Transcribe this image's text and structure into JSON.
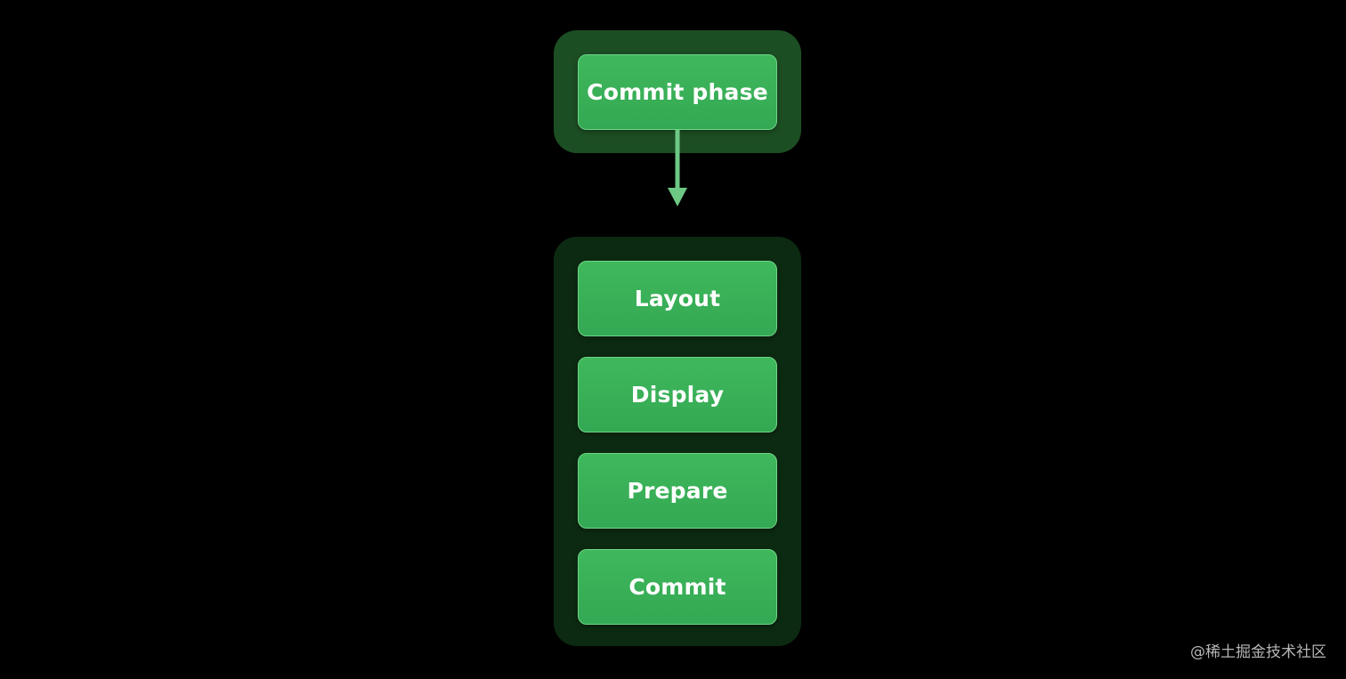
{
  "diagram": {
    "phase": {
      "label": "Commit phase"
    },
    "steps": [
      {
        "label": "Layout"
      },
      {
        "label": "Display"
      },
      {
        "label": "Prepare"
      },
      {
        "label": "Commit"
      }
    ]
  },
  "watermark": {
    "text": "@稀土掘金技术社区"
  },
  "colors": {
    "background": "#000000",
    "box_fill": "#3bb25a",
    "box_border": "#6fd487",
    "top_group_fill": "#1c4e23",
    "bottom_group_fill": "#0c2a11",
    "arrow": "#6dc884"
  }
}
